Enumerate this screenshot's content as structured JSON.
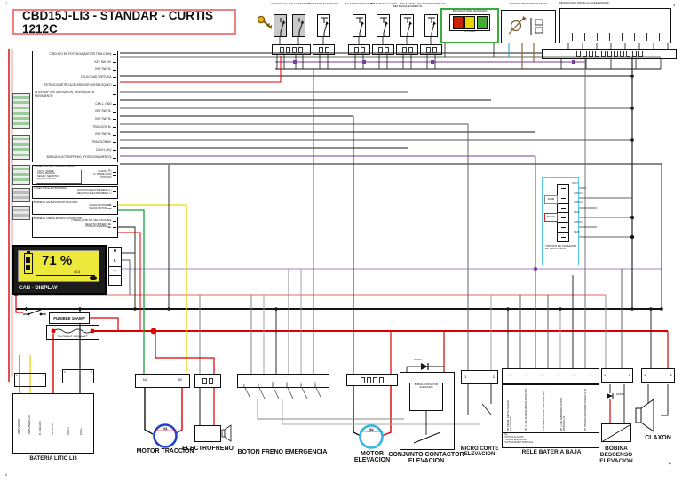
{
  "page": {
    "corners": {
      "tl": "1",
      "tr": "3",
      "bl": "2",
      "br": "4"
    }
  },
  "title": "CBD15J-LI3 -  STANDAR - CURTIS 1212C",
  "top": {
    "clausor": "CLAUSOR (LLAVE CONTACTO)",
    "pulsadores": [
      "PULSADOR ELEVACION",
      "PULSADOR DESCENSO",
      "PULSADOR CLAXON",
      "PULSADOR RETRANQUEAMIENTO",
      "PULSADOR TORTUGA"
    ],
    "indicator": {
      "label": "INDICADOR NIVEL DE BATERIA",
      "note": "*OPCIONAL*"
    },
    "sensor": "SENSOR PROXIMIDAD TIMON",
    "micrologic": "MICROLOGIC MANILLA (ACELERADOR)"
  },
  "controller": {
    "pins": [
      "CIRCUITO DE POTENCIA (MOTOR TRACCION)",
      "KEY SW / B+",
      "KEY SW / B-",
      "VELOCIDAD TORTUGA",
      "POTENCIOMETRO ACELERADOR / DESBLOQUEO",
      "INTERRUPTOR OPERACION, INVERSION DE MOVIMIENTO",
      "CAN L, GND",
      "KEY SW / B-",
      "KEY SW / B-",
      "TRACCION M-",
      "KEY SW / B-",
      "TRACCION M+",
      "CAN H, (5V)",
      "BOBINA ELECTROFRENO, (POSICIONAMIENTO)"
    ]
  },
  "conn": {
    "can": {
      "title": "CONECTOR CAN - MANILLA / TIMON",
      "box": [
        "CAN H: VERDE",
        "CAN L: BLANCO",
        "NEGRO: NEGATIVO",
        "ROJO: POSITIVO"
      ],
      "rows": [
        "B+",
        "BLANCO (Y)",
        "Tx VERDE (CAN)",
        "POSITIVO"
      ]
    },
    "ef": {
      "title": "CONECTOR ELECTROFRENO",
      "rows": [
        "POSITIVO ELECTROFRENO (+)",
        "NEGATIVO ELECTROFRENO (-)"
      ]
    },
    "mt": {
      "title": "BORNES o SALIDAS MOTOR TRACCION",
      "row": "SALIDA MOTOR",
      "tags": [
        "M1",
        "M2"
      ]
    },
    "bat": {
      "title": "BORNES o CABLES BATERIA / CONTACTOR",
      "rows": [
        "(TOMAS) POSITIVO, RELAY/FUSIBLE",
        "NEGATIVO BATERIA",
        "POSITIVO BATERIA"
      ],
      "tags": [
        "B-",
        "B+"
      ]
    }
  },
  "display": {
    "percent": "71 %",
    "value": "48.5",
    "label": "CAN - DISPLAY",
    "pins": [
      "H",
      "L",
      "+",
      "-"
    ]
  },
  "fuses": {
    "f10": "FUSIBLE 10AMP",
    "f100": "FUSIBLE 100 AMP"
  },
  "battery": {
    "label": "BATERIA LITIO LI3",
    "pins": [
      "+BMS VERDE",
      "+BMS AMARILLO",
      "B- (NEGRO)",
      "B+ (ROJO)",
      "CAN H",
      "CAN L"
    ],
    "p1": "1",
    "p2": "2"
  },
  "bottom": {
    "motor_traccion": {
      "label": "MOTOR TRACCION",
      "t1": "M1",
      "t2": "M2",
      "cid": "M1",
      "ctext": "MOTOR TRACCION"
    },
    "electrofreno": {
      "label": "ELECTROFRENO"
    },
    "boton": {
      "label": "BOTON FRENO EMERGENCIA",
      "pins": [
        "C1",
        "C2",
        "NO1",
        "NO2",
        "NC1",
        "NC2"
      ]
    },
    "motor_elevacion": {
      "label": "MOTOR ELEVACION",
      "cid": "M2",
      "ctext": "MOTOR ELEVACION"
    },
    "contactor": {
      "label": "CONJUNTO CONTACTOR ELEVACION",
      "bobina": "BOBINA CONTACTOR ELEVACION",
      "diodo": "DIODO"
    },
    "micro": {
      "label": "MICRO CORTE ELEVACION",
      "p1": "1",
      "p2": "2"
    },
    "rele": {
      "label": "RELE BATERIA BAJA",
      "cols": [
        "86 SEÑAL DE PULSADOR ELEVACION",
        "30 (+) DE ALIMENTACION POSITIVO",
        "87a SEÑAL MODO TORTUGA (LI3)",
        "85 (-) DE MANIOBRA CORTE BATERIA LI3",
        "87 SALIDA CLAXON ACTIVADO (LI3)"
      ],
      "notes": [
        "NL:",
        "*ACTIVA CLAXON",
        "*CORTE ELEVACION",
        "*ACTIVA MODO TORTUGA"
      ]
    },
    "bobina_descenso": {
      "label": "BOBINA DESCENSO ELEVACION",
      "diodo": "DIODO",
      "p1": "1",
      "p2": "2"
    },
    "claxon": {
      "label": "CLAXON",
      "p1": "1",
      "p2": "2"
    }
  },
  "option": {
    "text": "*OPCION DE PULSADOR DE DESCENSO*",
    "btn_up": "SUBIR",
    "btn_down": "BAJAR",
    "wires": [
      "ROJO",
      "+48(NE)",
      "+48(NE)",
      "NE(B)",
      "+48(NE)",
      "NE(B)"
    ]
  },
  "colors": {
    "positive_red": "#dd0000",
    "negative_black": "#151515",
    "can_purple": "#7a3c9e",
    "pink": "#f08080",
    "lavender": "#b49fd8",
    "green_wire": "#1a9e3a",
    "yellow_wire": "#e6d800",
    "cyan_accent": "#55c8f0",
    "indicator_green": "#3aaa3a",
    "title_red": "#ef8080",
    "screen_yellow": "#ece83c"
  }
}
